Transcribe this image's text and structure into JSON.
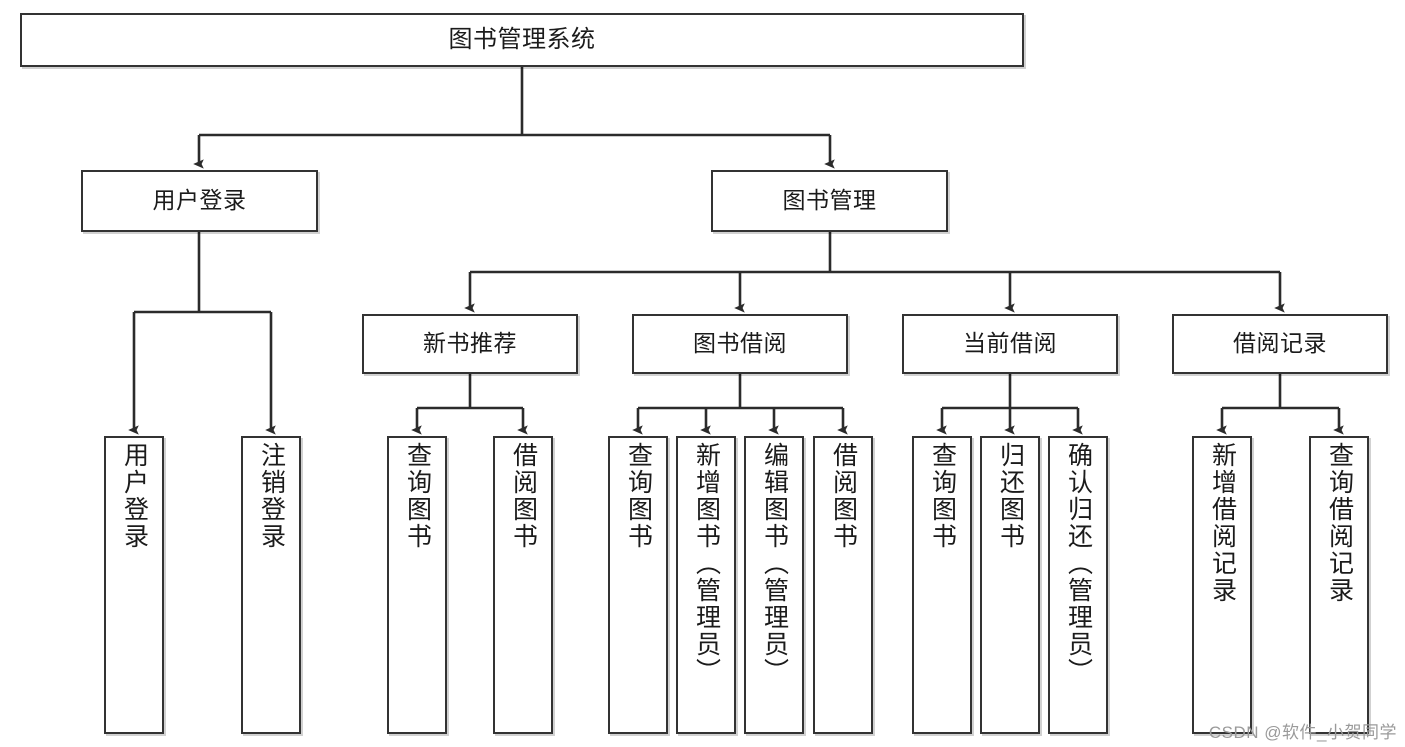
{
  "diagram": {
    "title": "图书管理系统",
    "watermark": "CSDN @软件_小贺同学",
    "colors": {
      "background": "#ffffff",
      "box_border": "#333333",
      "connector": "#2b2b2b",
      "text": "#1b1b1b",
      "watermark": "#9a9a9a"
    },
    "nodes": {
      "root": {
        "label": "图书管理系统"
      },
      "level2": [
        {
          "id": "user-login",
          "label": "用户登录"
        },
        {
          "id": "book-management",
          "label": "图书管理"
        }
      ],
      "level3": [
        {
          "id": "new-book-recommend",
          "label": "新书推荐"
        },
        {
          "id": "book-borrow",
          "label": "图书借阅"
        },
        {
          "id": "current-borrow",
          "label": "当前借阅"
        },
        {
          "id": "borrow-record",
          "label": "借阅记录"
        }
      ],
      "leaves": {
        "user_login": [
          {
            "id": "leaf-user-login",
            "label": "用户登录"
          },
          {
            "id": "leaf-logout-login",
            "label": "注销登录"
          }
        ],
        "new_book_recommend": [
          {
            "id": "leaf-query-book-1",
            "label": "查询图书"
          },
          {
            "id": "leaf-borrow-book-1",
            "label": "借阅图书"
          }
        ],
        "book_borrow": [
          {
            "id": "leaf-query-book-2",
            "label": "查询图书"
          },
          {
            "id": "leaf-add-book",
            "label": "新增图书（管理员）"
          },
          {
            "id": "leaf-edit-book",
            "label": "编辑图书（管理员）"
          },
          {
            "id": "leaf-borrow-book-2",
            "label": "借阅图书"
          }
        ],
        "current_borrow": [
          {
            "id": "leaf-query-book-3",
            "label": "查询图书"
          },
          {
            "id": "leaf-return-book",
            "label": "归还图书"
          },
          {
            "id": "leaf-confirm-return",
            "label": "确认归还（管理员）"
          }
        ],
        "borrow_record": [
          {
            "id": "leaf-add-record",
            "label": "新增借阅记录"
          },
          {
            "id": "leaf-query-record",
            "label": "查询借阅记录"
          }
        ]
      }
    }
  }
}
